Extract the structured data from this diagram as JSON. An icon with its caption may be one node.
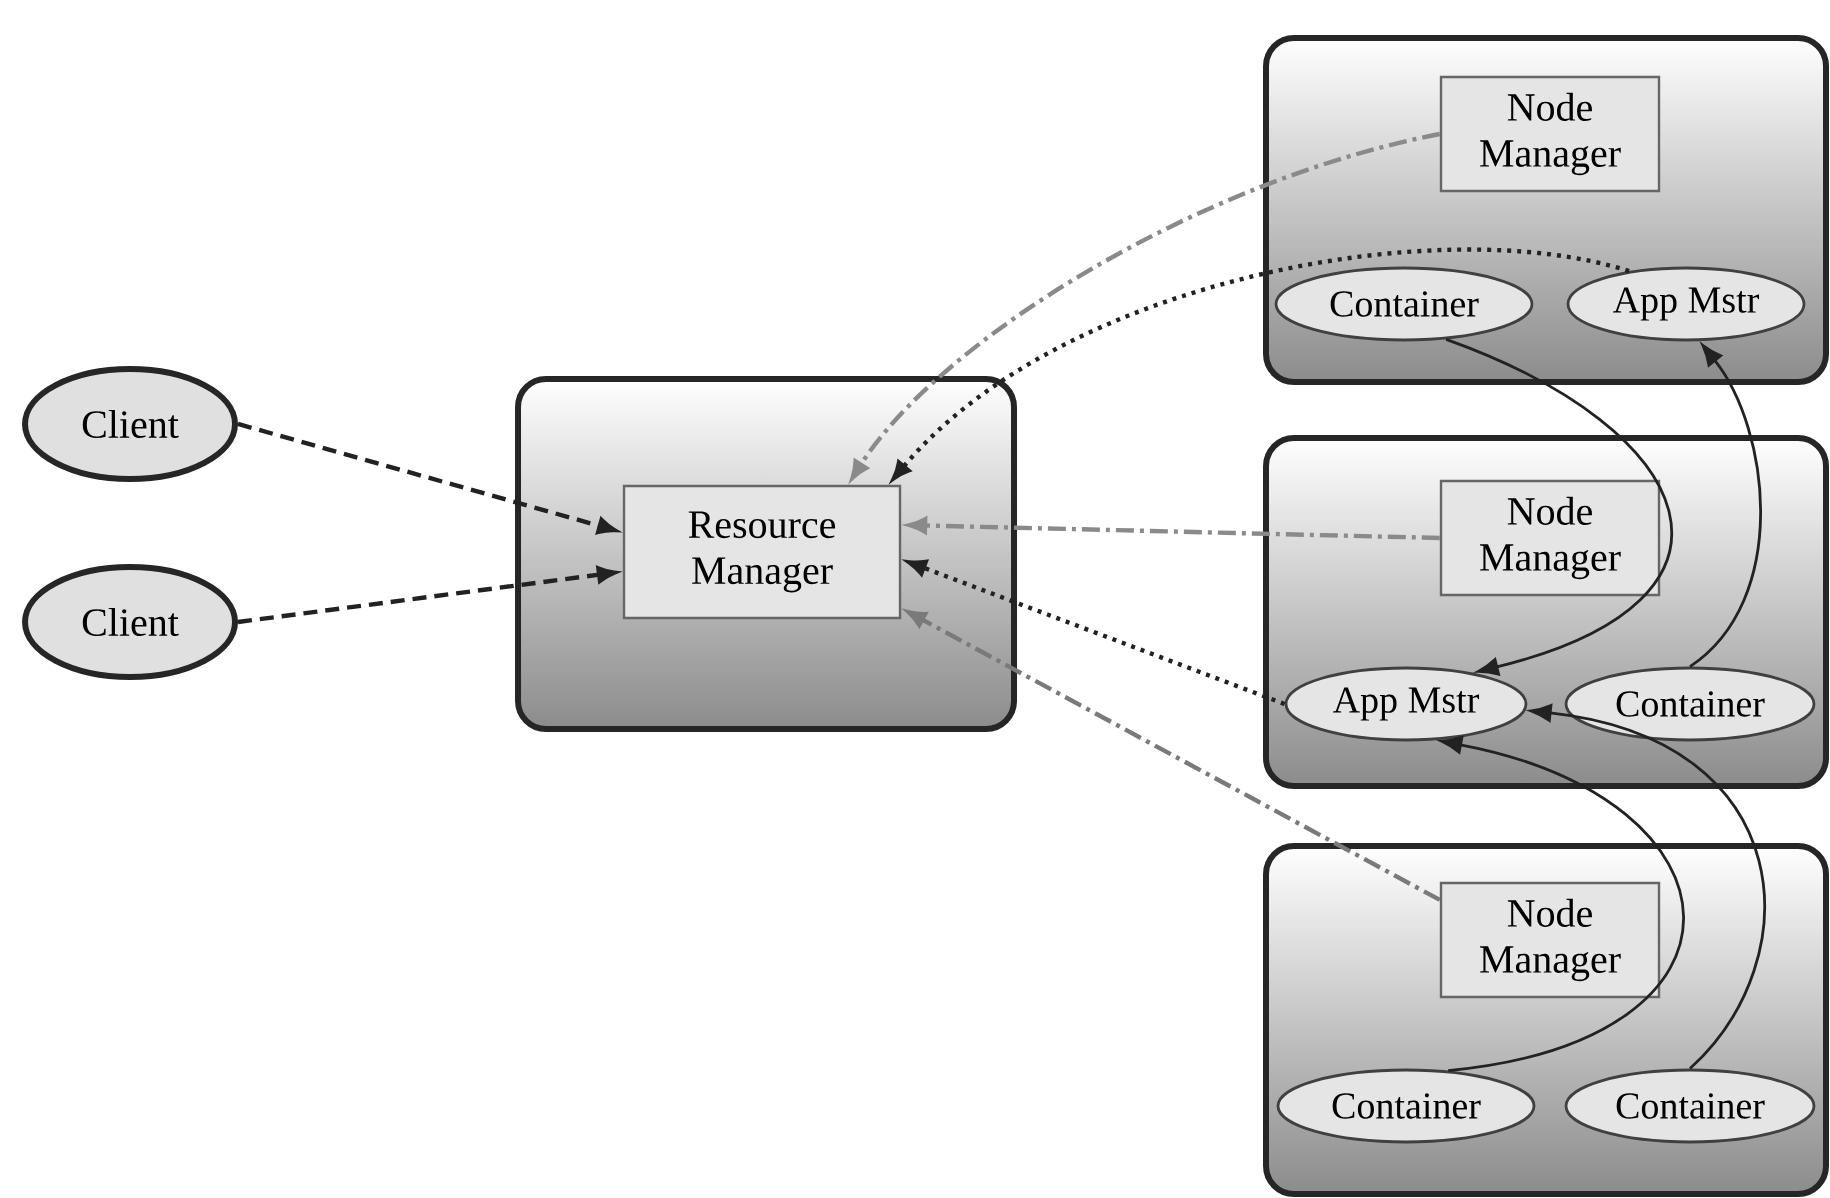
{
  "diagram": {
    "nodes": [
      {
        "text": [
          "Client"
        ]
      },
      {
        "text": [
          "Client"
        ]
      },
      {
        "text": [],
        "shape": "box"
      },
      {
        "text": [
          "Resource Manager"
        ],
        "in": 2
      },
      {
        "text": [],
        "shape": "box"
      },
      {
        "text": [
          "Node Manager"
        ],
        "in": 4
      },
      {
        "text": [
          "Container"
        ],
        "in": 4
      },
      {
        "text": [
          "App Mstr"
        ],
        "in": 4
      },
      {
        "text": [],
        "shape": "box"
      },
      {
        "text": [
          "Node Manager"
        ],
        "in": 8
      },
      {
        "text": [
          "App Mstr"
        ],
        "in": 8
      },
      {
        "text": [
          "Container"
        ],
        "in": 8
      },
      {
        "text": [],
        "shape": "box"
      },
      {
        "text": [
          "Node Manager"
        ],
        "in": 12
      },
      {
        "text": [
          "Container"
        ],
        "in": 12
      },
      {
        "text": [
          "Container"
        ],
        "in": 12
      }
    ],
    "edges": [
      {
        "from": 0,
        "to": 3,
        "arrow": "to",
        "style": "dashed"
      },
      {
        "from": 1,
        "to": 3,
        "arrow": "to",
        "style": "dashed"
      },
      {
        "from": 5,
        "to": 3,
        "arrow": "to",
        "style": "dashed",
        "color": "#8a8a8a"
      },
      {
        "from": 7,
        "to": 3,
        "arrow": "to",
        "style": "dashed"
      },
      {
        "from": 9,
        "to": 3,
        "arrow": "to",
        "style": "dashed",
        "color": "#8a8a8a"
      },
      {
        "from": 10,
        "to": 3,
        "arrow": "to",
        "style": "dashed"
      },
      {
        "from": 13,
        "to": 3,
        "arrow": "to",
        "style": "dashed",
        "color": "#7a7a7a"
      },
      {
        "from": 6,
        "to": 10,
        "arrow": "to"
      },
      {
        "from": 11,
        "to": 7,
        "arrow": "to"
      },
      {
        "from": 14,
        "to": 10,
        "arrow": "to"
      },
      {
        "from": 15,
        "to": 10,
        "arrow": "to"
      }
    ]
  }
}
